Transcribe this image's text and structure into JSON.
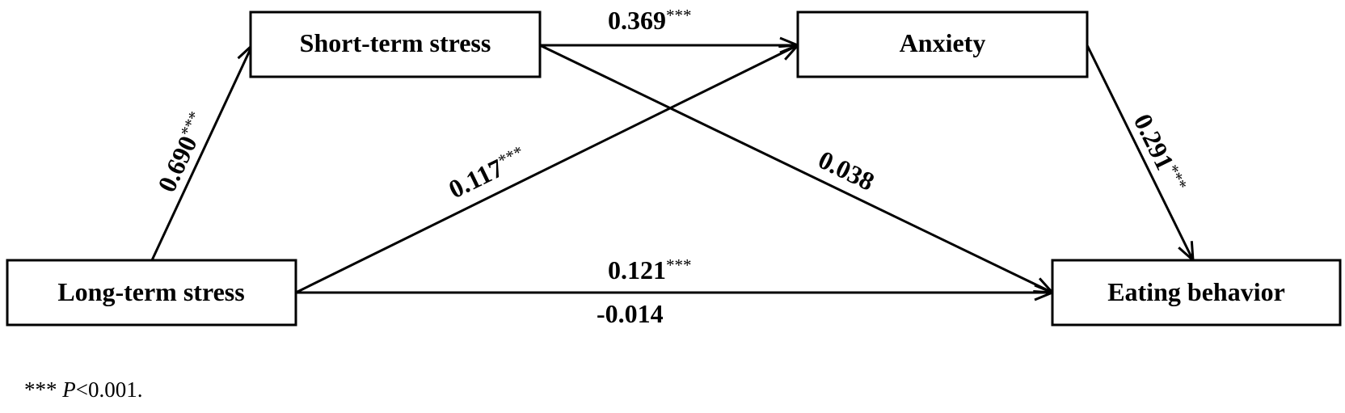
{
  "nodes": {
    "long_term": "Long-term stress",
    "short_term": "Short-term stress",
    "anxiety": "Anxiety",
    "eating": "Eating behavior"
  },
  "paths": {
    "long_to_short": {
      "value": "0.690",
      "sig": "***"
    },
    "short_to_anxiety": {
      "value": "0.369",
      "sig": "***"
    },
    "long_to_anxiety": {
      "value": "0.117",
      "sig": "***"
    },
    "short_to_eating": {
      "value": "0.038",
      "sig": ""
    },
    "anxiety_to_eating": {
      "value": "0.291",
      "sig": "***"
    },
    "long_to_eating_total": {
      "value": "0.121",
      "sig": "***"
    },
    "long_to_eating_direct": {
      "value": "-0.014",
      "sig": ""
    }
  },
  "footnote": {
    "stars": "***",
    "p_symbol": "P",
    "threshold": "<0.001."
  }
}
